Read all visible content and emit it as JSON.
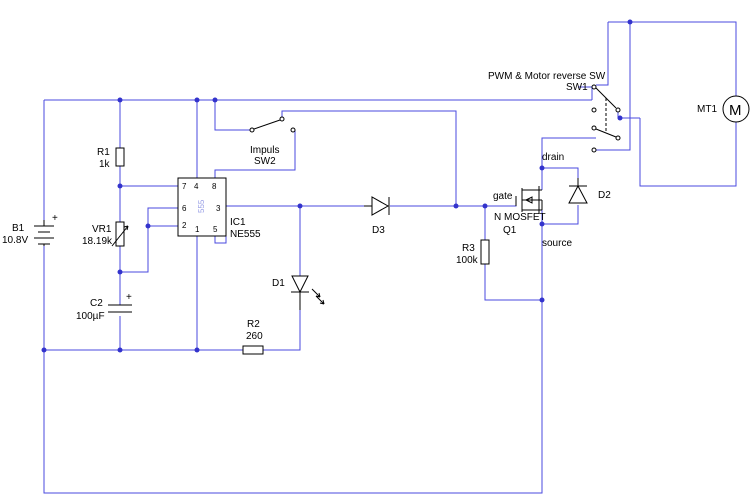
{
  "components": {
    "battery": {
      "ref": "B1",
      "value": "10.8V",
      "plus": "+"
    },
    "r1": {
      "ref": "R1",
      "value": "1k"
    },
    "vr1": {
      "ref": "VR1",
      "value": "18.19k"
    },
    "c2": {
      "ref": "C2",
      "value": "100µF",
      "plus": "+"
    },
    "ic1": {
      "ref": "IC1",
      "value": "NE555",
      "body_text": "555",
      "pins": {
        "p7": "7",
        "p4": "4",
        "p8": "8",
        "p6": "6",
        "p2": "2",
        "p3": "3",
        "p1": "1",
        "p5": "5"
      }
    },
    "sw2": {
      "name": "Impuls",
      "ref": "SW2"
    },
    "r2": {
      "ref": "R2",
      "value": "260"
    },
    "d1": {
      "ref": "D1"
    },
    "d3": {
      "ref": "D3"
    },
    "r3": {
      "ref": "R3",
      "value": "100k"
    },
    "q1": {
      "ref": "Q1",
      "type": "N MOSFET",
      "gate": "gate",
      "drain": "drain",
      "source": "source"
    },
    "d2": {
      "ref": "D2"
    },
    "sw1": {
      "name": "PWM & Motor reverse SW",
      "ref": "SW1"
    },
    "mt1": {
      "ref": "MT1",
      "symbol": "M"
    }
  },
  "colors": {
    "wire": "#4a4adf",
    "junction": "#3333cc",
    "component": "#000000",
    "ic_text": "#9aa0e6"
  }
}
